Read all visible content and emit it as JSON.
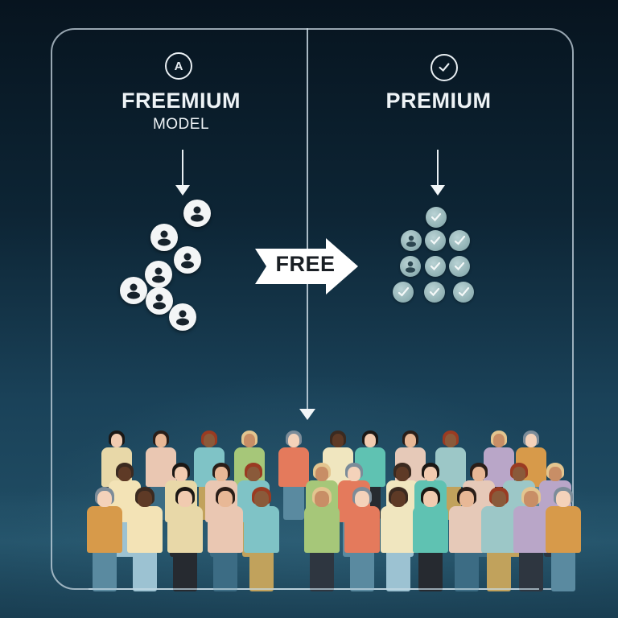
{
  "left_panel": {
    "badge_icon": "a-letter-circle-icon",
    "badge_text": "A",
    "title": "FREEMIUM",
    "subtitle": "MODEL",
    "user_icons_count": 7
  },
  "right_panel": {
    "badge_icon": "check-circle-icon",
    "title": "PREMIUM",
    "premium_icons_count": 10
  },
  "center": {
    "arrow_label": "FREE",
    "arrow_icon": "right-arrow-icon",
    "down_arrow_icon": "down-arrow-icon"
  },
  "crowd": {
    "description": "crowd of stylized 3D figures",
    "people_count": 40
  },
  "colors": {
    "background_top": "#07141f",
    "background_bottom": "#1f4b62",
    "frame_border": "#c8d7e1",
    "text": "#eef3f6",
    "user_bubble": "#f3f5f6",
    "premium_bubble": "#8fb0b3",
    "free_arrow_fill": "#ffffff",
    "free_label": "#1a1f24"
  }
}
